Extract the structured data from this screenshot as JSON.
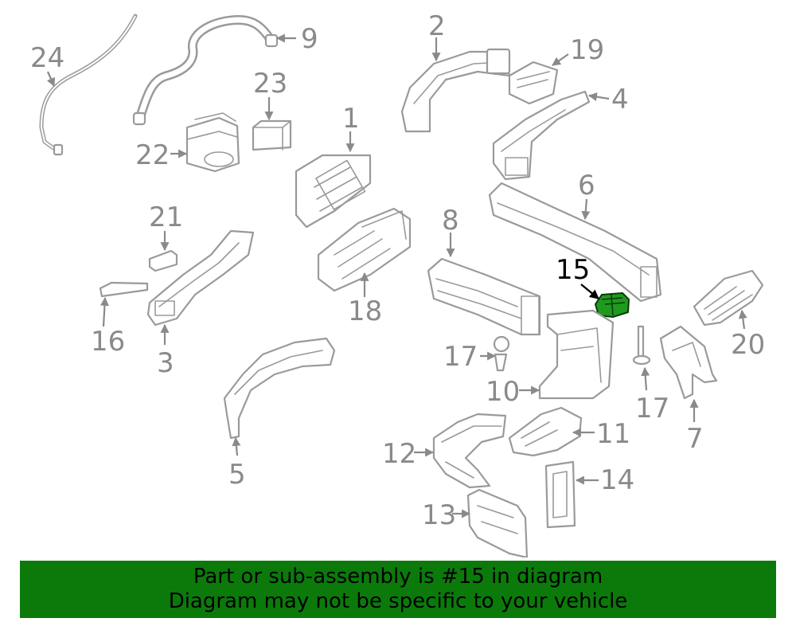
{
  "diagram": {
    "callouts": {
      "c1": "1",
      "c2": "2",
      "c3": "3",
      "c4": "4",
      "c5": "5",
      "c6": "6",
      "c7": "7",
      "c8": "8",
      "c9": "9",
      "c10": "10",
      "c11": "11",
      "c12": "12",
      "c13": "13",
      "c14": "14",
      "c15": "15",
      "c16": "16",
      "c17a": "17",
      "c17b": "17",
      "c18": "18",
      "c19": "19",
      "c20": "20",
      "c21": "21",
      "c22": "22",
      "c23": "23",
      "c24": "24"
    },
    "highlighted_part": "15",
    "colors": {
      "highlight": "#1f9a1f",
      "banner": "#0b7a0b",
      "line_art": "#9a9a9a"
    }
  },
  "banner": {
    "line1": "Part or sub-assembly is #15 in diagram",
    "line2": "Diagram may not be specific to your vehicle"
  }
}
